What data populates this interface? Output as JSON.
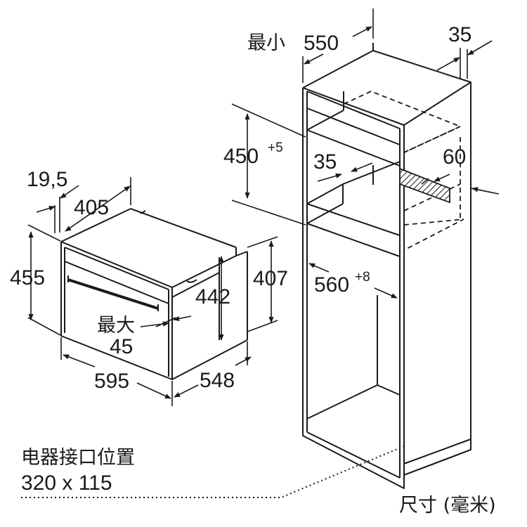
{
  "diagram": {
    "oven": {
      "depth_front": "19,5",
      "depth_top": "405",
      "height_outer": "455",
      "height_inner": "442",
      "height_right": "407",
      "width": "595",
      "depth_bottom": "548",
      "max_label": "最大",
      "max_value": "45"
    },
    "cabinet": {
      "min_label": "最小",
      "min_depth": "550",
      "top_gap": "35",
      "niche_height": "450",
      "niche_height_tol": "+5",
      "vent_depth": "35",
      "vent_height": "60",
      "niche_width": "560",
      "niche_width_tol": "+8"
    },
    "connector": {
      "label": "电器接口位置",
      "size": "320 x 115"
    },
    "units": "尺寸 (毫米)"
  },
  "colors": {
    "line": "#1a1a1a",
    "hatch_fill": "#ffffff"
  }
}
